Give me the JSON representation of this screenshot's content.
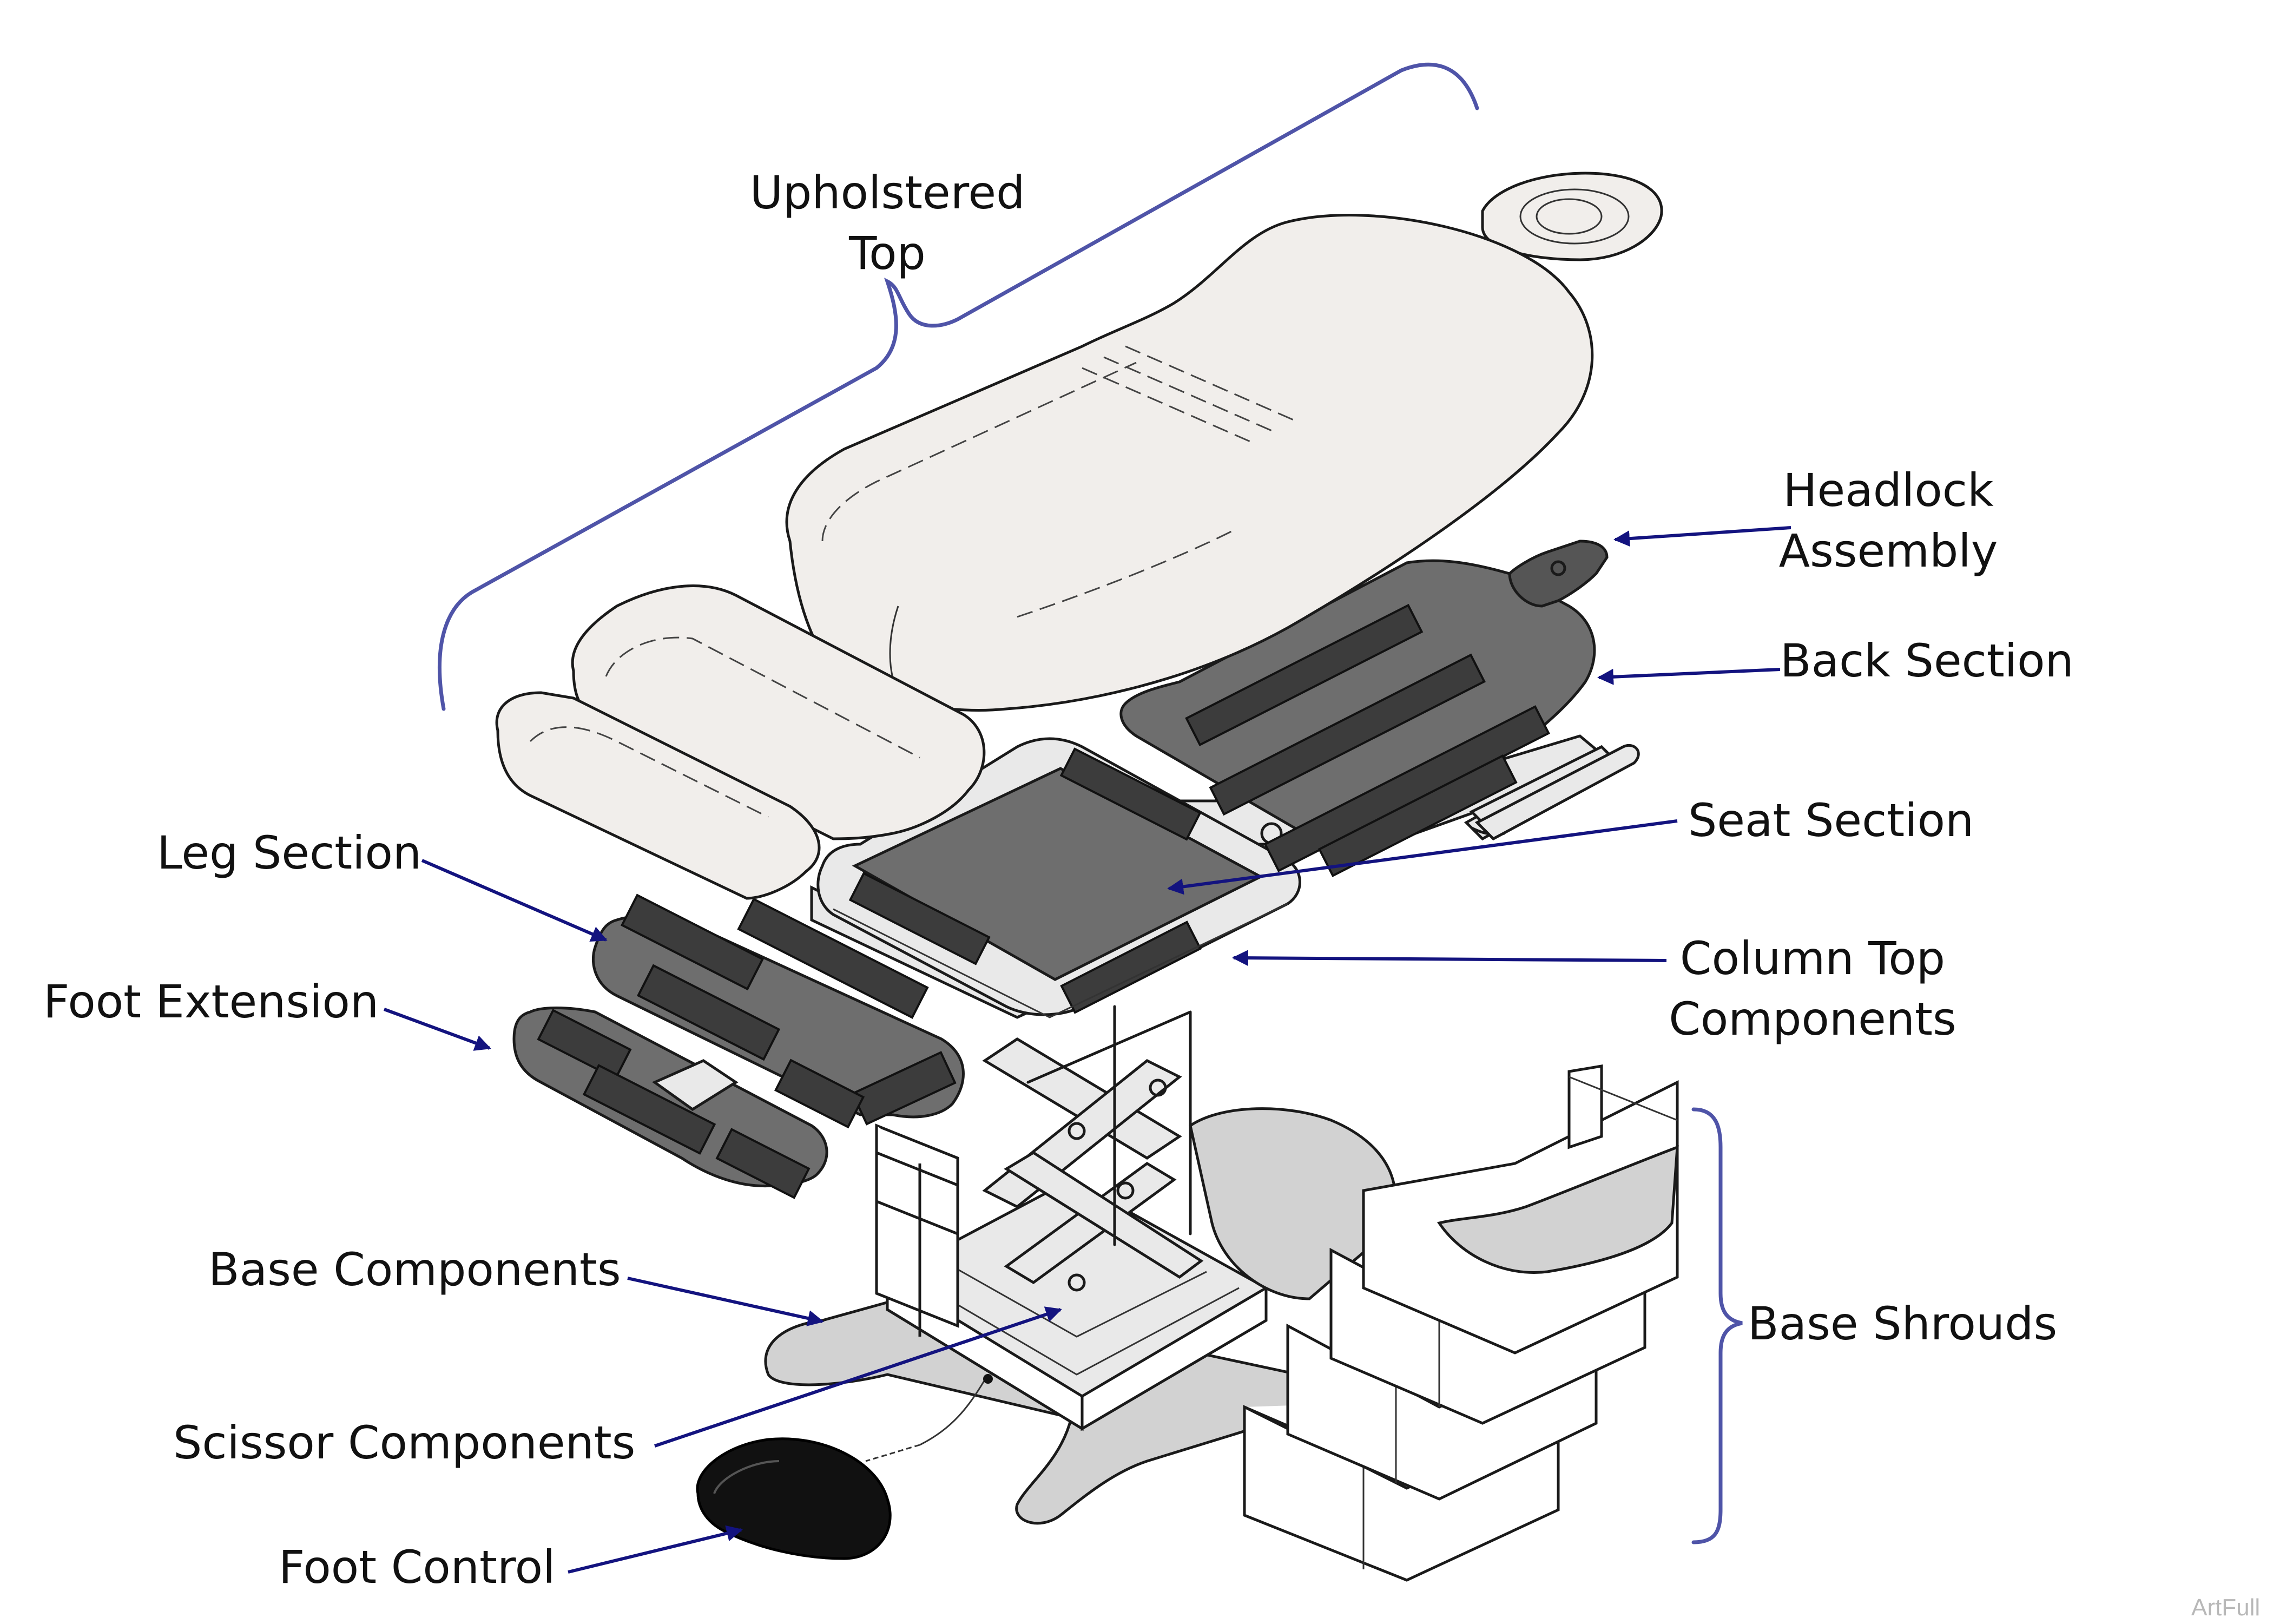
{
  "colors": {
    "leader": "#13137f",
    "brace": "#4f54a8",
    "cushion": "#f1eeeb",
    "pad": "#6e6e6e"
  },
  "labels": {
    "upholstered_top_1": "Upholstered",
    "upholstered_top_2": "Top",
    "headlock_1": "Headlock",
    "headlock_2": "Assembly",
    "back_section": "Back Section",
    "seat_section": "Seat Section",
    "leg_section": "Leg Section",
    "column_top_1": "Column Top",
    "column_top_2": "Components",
    "foot_extension": "Foot Extension",
    "base_components": "Base Components",
    "base_shrouds": "Base Shrouds",
    "scissor_components": "Scissor Components",
    "foot_control": "Foot Control"
  },
  "watermark": "ArtFull"
}
